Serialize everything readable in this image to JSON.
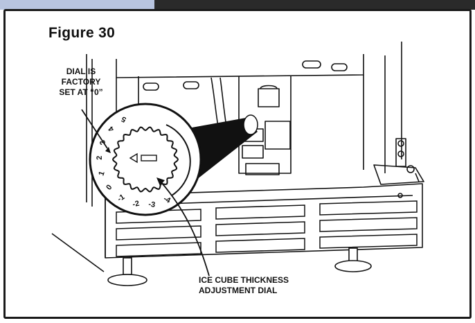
{
  "figure": {
    "title": "Figure 30"
  },
  "callouts": {
    "factory_set": [
      "DIAL IS",
      "FACTORY",
      "SET AT “0”"
    ],
    "thickness_dial": [
      "ICE CUBE THICKNESS",
      "ADJUSTMENT DIAL"
    ]
  },
  "dial": {
    "numbers": [
      "-4",
      "-3",
      "-2",
      "-1",
      "0",
      "1",
      "2",
      "3",
      "4",
      "5"
    ],
    "factory_setting": "0"
  },
  "colors": {
    "frame": "#1a1a1a",
    "header_light": "#b8c4e0",
    "header_dark": "#2a2a2a",
    "line": "#111111"
  }
}
